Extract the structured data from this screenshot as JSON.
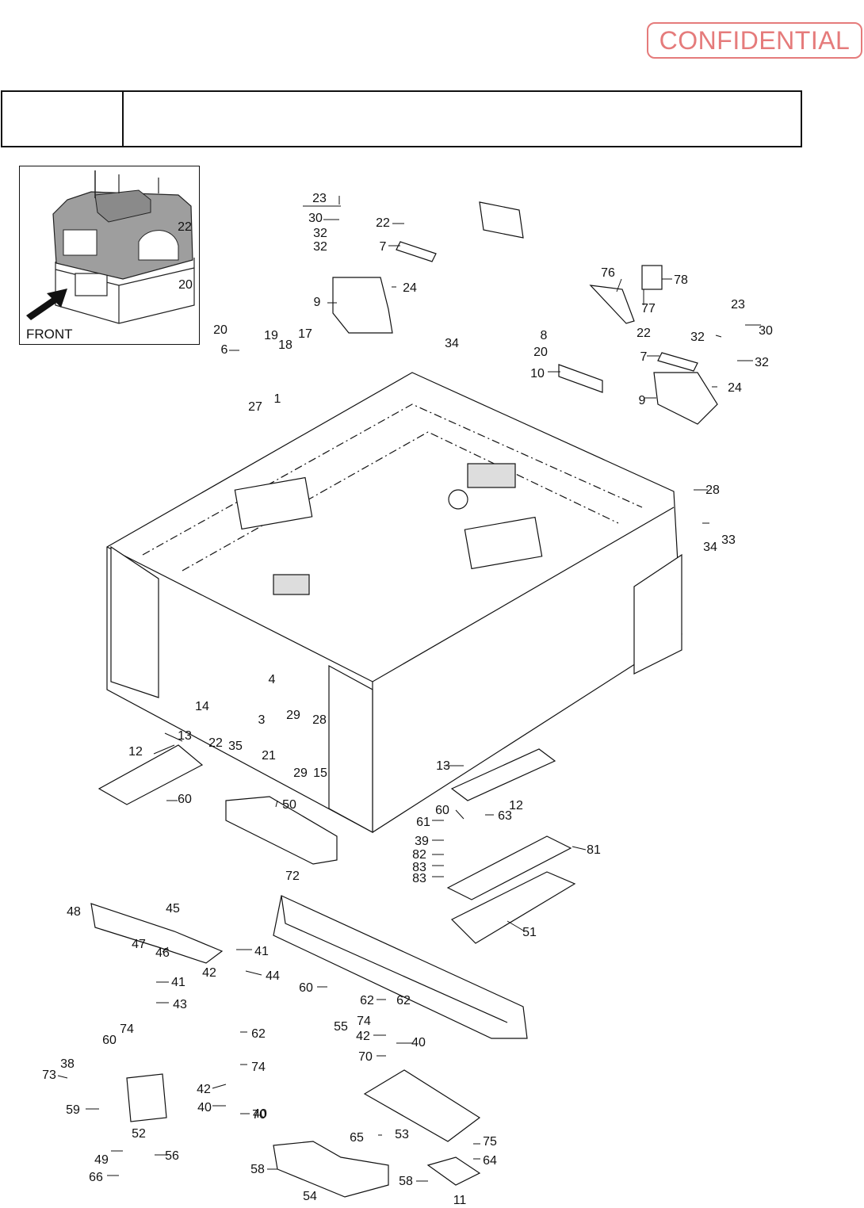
{
  "stamp": {
    "text": "CONFIDENTIAL",
    "color": "#e57b7b"
  },
  "header": {
    "left_cell": "",
    "right_cell": ""
  },
  "inset": {
    "label": "FRONT"
  },
  "callouts": [
    "1",
    "3",
    "4",
    "6",
    "7",
    "7",
    "8",
    "9",
    "9",
    "10",
    "11",
    "12",
    "12",
    "13",
    "13",
    "14",
    "15",
    "17",
    "18",
    "19",
    "20",
    "20",
    "20",
    "21",
    "22",
    "22",
    "22",
    "22",
    "23",
    "23",
    "24",
    "24",
    "27",
    "28",
    "28",
    "29",
    "29",
    "30",
    "30",
    "32",
    "32",
    "32",
    "32",
    "33",
    "34",
    "34",
    "35",
    "38",
    "39",
    "40",
    "40",
    "40",
    "41",
    "41",
    "42",
    "42",
    "42",
    "43",
    "44",
    "45",
    "46",
    "47",
    "48",
    "49",
    "50",
    "51",
    "52",
    "53",
    "54",
    "55",
    "56",
    "58",
    "58",
    "59",
    "60",
    "60",
    "60",
    "60",
    "61",
    "62",
    "62",
    "62",
    "63",
    "64",
    "65",
    "66",
    "70",
    "70",
    "72",
    "73",
    "74",
    "74",
    "74",
    "75",
    "76",
    "77",
    "78",
    "81",
    "82",
    "83",
    "83"
  ]
}
